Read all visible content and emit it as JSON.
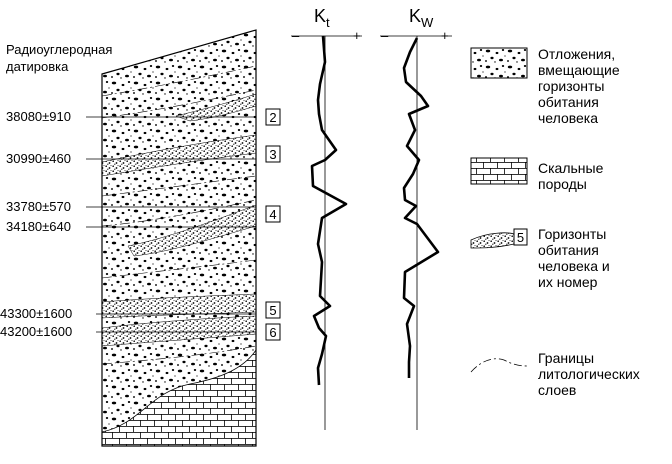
{
  "column": {
    "title_lines": [
      "Радиоуглеродная",
      "датировка"
    ],
    "dates": [
      "38080±910",
      "30990±460",
      "33780±570",
      "34180±640",
      "43300±1600",
      "43200±1600"
    ],
    "horizon_numbers": [
      "2",
      "3",
      "4",
      "5",
      "6"
    ]
  },
  "curves": {
    "kt": {
      "symbol": "K",
      "subscript": "t",
      "minus": "–",
      "plus": "+"
    },
    "kw": {
      "symbol": "K",
      "subscript": "W",
      "minus": "–",
      "plus": "+"
    }
  },
  "legend": {
    "items": [
      {
        "lines": [
          "Отложения,",
          "вмещающие",
          "горизонты",
          "обитания",
          "человека"
        ]
      },
      {
        "lines": [
          "Скальные",
          "породы"
        ]
      },
      {
        "number": "5",
        "lines": [
          "Горизонты",
          "обитания",
          "человека и",
          "их номер"
        ]
      },
      {
        "lines": [
          "Границы",
          "литологических",
          "слоев"
        ]
      }
    ]
  }
}
